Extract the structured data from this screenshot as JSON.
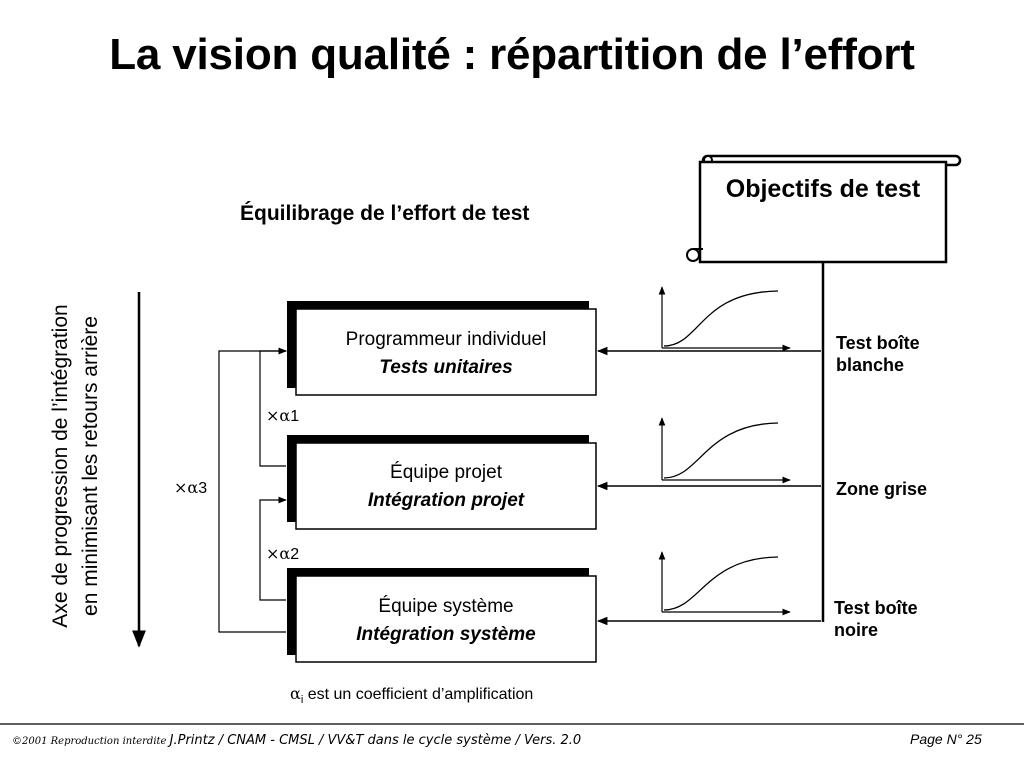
{
  "title": "La vision qualité : répartition de l’effort",
  "subtitle": "Équilibrage de l’effort de test",
  "objectives": "Objectifs de test",
  "side_labels": {
    "top": [
      "Test boîte",
      "blanche"
    ],
    "middle": "Zone grise",
    "bottom": [
      "Test boîte",
      "noire"
    ]
  },
  "boxes": [
    {
      "title": "Programmeur individuel",
      "subtitle": "Tests unitaires"
    },
    {
      "title": "Équipe projet",
      "subtitle": "Intégration projet"
    },
    {
      "title": "Équipe système",
      "subtitle": "Intégration système"
    }
  ],
  "coefficients": [
    {
      "symbol": "×α",
      "index": "1"
    },
    {
      "symbol": "×α",
      "index": "2"
    },
    {
      "symbol": "×α",
      "index": "3"
    }
  ],
  "vertical_axis": [
    "Axe de progression de l’intégration",
    "en minimisant les retours arrière"
  ],
  "note": {
    "alpha": "α",
    "sub": "i",
    "text": " est un coefficient d’amplification"
  },
  "footer": {
    "copyright": "©2001 Reproduction interdite ",
    "author": "J.Printz / CNAM - CMSL / VV&T dans le cycle système / Vers. 2.0",
    "page": "Page N° 25"
  }
}
